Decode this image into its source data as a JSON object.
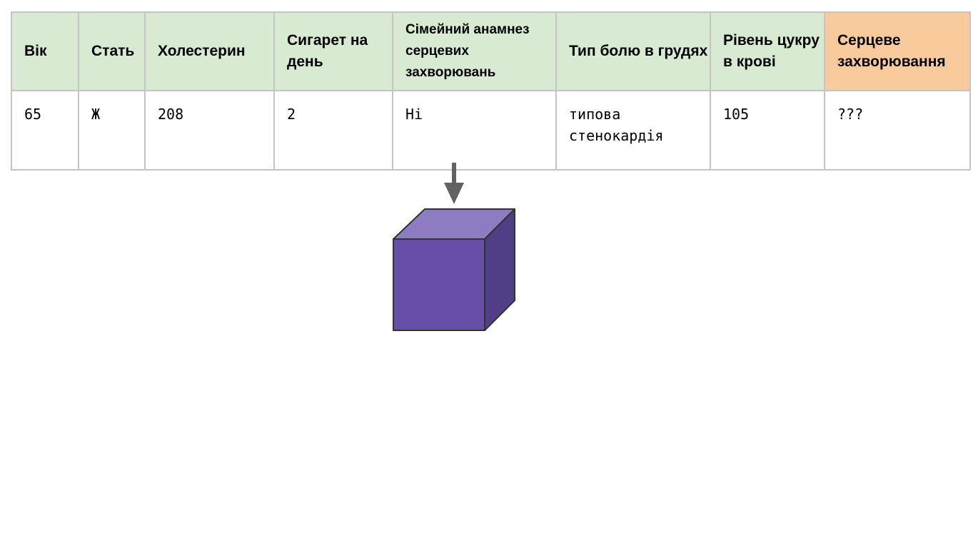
{
  "table": {
    "headers": [
      "Вік",
      "Стать",
      "Холестерин",
      "Сигарет на день",
      "Сімейний анамнез серцевих захворювань",
      "Тип болю в грудях",
      "Рівень цукру в крові",
      "Серцеве захворювання"
    ],
    "row": [
      "65",
      "Ж",
      "208",
      "2",
      "Ні",
      "типова стенокардія",
      "105",
      "???"
    ]
  },
  "colors": {
    "header_feature_bg": "#d9ead3",
    "header_target_bg": "#f9cb9c",
    "grid_border": "#c4c4c4",
    "arrow": "#616161",
    "cube_front": "#674ea7",
    "cube_top": "#8e7cc3",
    "cube_side": "#503f86"
  },
  "icons": {
    "arrow": "down-arrow-icon",
    "model": "cube-icon"
  }
}
